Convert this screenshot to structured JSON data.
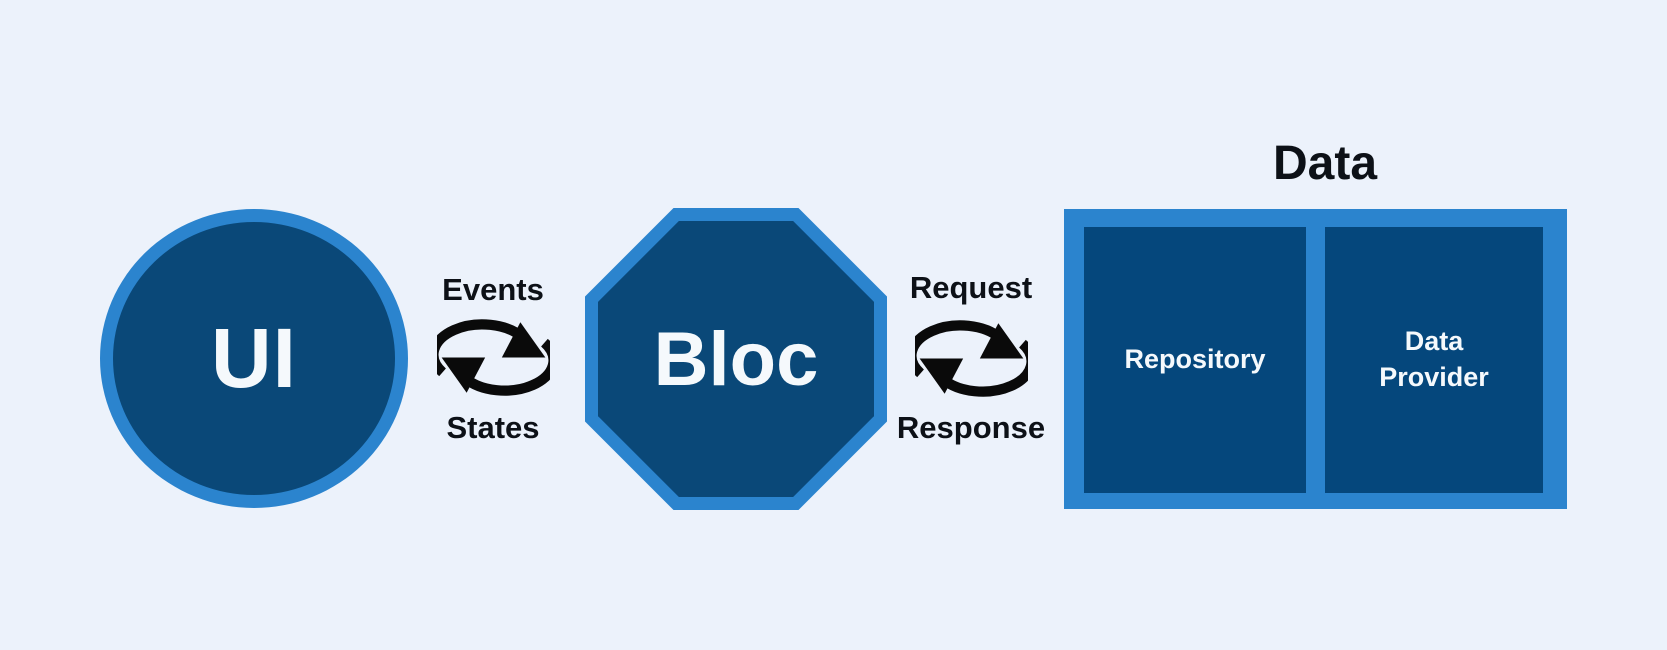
{
  "nodes": {
    "ui": {
      "label": "UI"
    },
    "bloc": {
      "label": "Bloc"
    },
    "data": {
      "title": "Data",
      "boxes": [
        {
          "label": "Repository"
        },
        {
          "label": "Data Provider"
        }
      ]
    }
  },
  "flows": [
    {
      "top_label": "Events",
      "bottom_label": "States"
    },
    {
      "top_label": "Request",
      "bottom_label": "Response"
    }
  ],
  "icons": {
    "ui_bloc_cycle": "sync-cycle-arrows-icon",
    "bloc_data_cycle": "sync-cycle-arrows-icon"
  },
  "colors": {
    "background": "#ECF2FB",
    "shape_border_blue": "#2B84CE",
    "shape_fill_dark_blue": "#0A4878",
    "inner_box_blue": "#05477C",
    "text_light": "#F5F9FC",
    "text_dark": "#0D1117",
    "arrow_black": "#0A0A0A"
  }
}
